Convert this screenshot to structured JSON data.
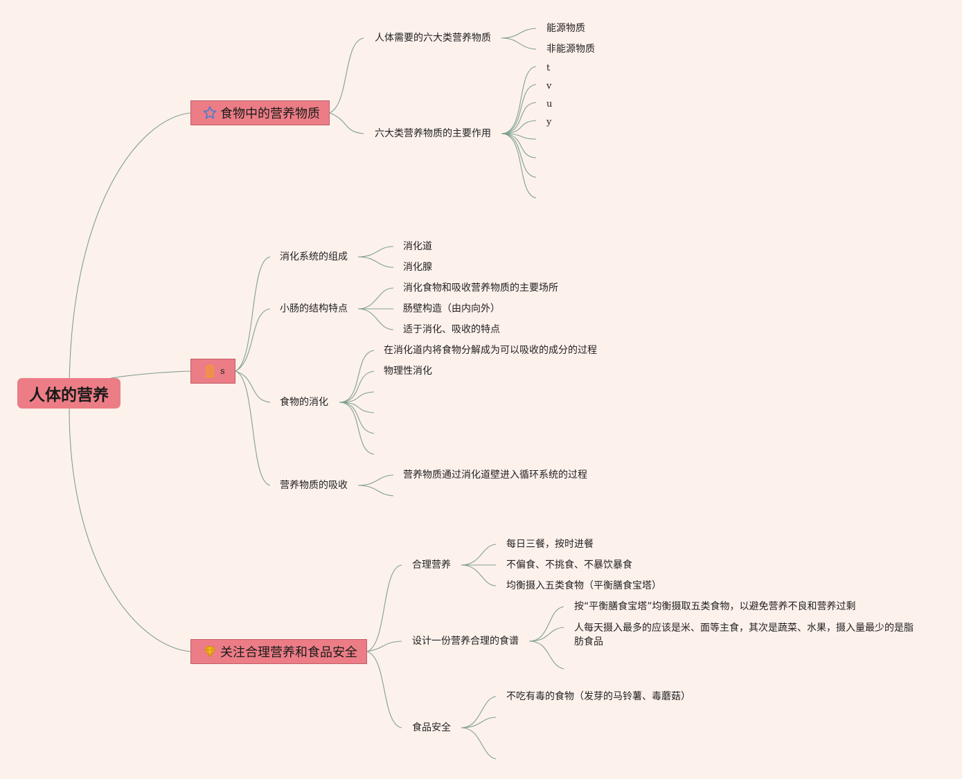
{
  "root": {
    "label": "人体的营养"
  },
  "branches": [
    {
      "label": "食物中的营养物质",
      "icon": "star-icon",
      "children": [
        {
          "label": "人体需要的六大类营养物质",
          "children": [
            "能源物质",
            "非能源物质"
          ]
        },
        {
          "label": "六大类营养物质的主要作用",
          "children": [
            "t",
            "v",
            "u",
            "y",
            "",
            "",
            "",
            ""
          ]
        }
      ]
    },
    {
      "label": "s",
      "icon": "ribbon-badge-icon",
      "children": [
        {
          "label": "消化系统的组成",
          "children": [
            "消化道",
            "消化腺"
          ]
        },
        {
          "label": "小肠的结构特点",
          "children": [
            "消化食物和吸收营养物质的主要场所",
            "肠壁构造（由内向外）",
            "适于消化、吸收的特点"
          ]
        },
        {
          "label": "食物的消化",
          "children": [
            "在消化道内将食物分解成为可以吸收的成分的过程",
            "物理性消化",
            "",
            "",
            "",
            ""
          ]
        },
        {
          "label": "营养物质的吸收",
          "children": [
            "营养物质通过消化道壁进入循环系统的过程",
            ""
          ]
        }
      ]
    },
    {
      "label": "关注合理营养和食品安全",
      "icon": "diamond-icon",
      "children": [
        {
          "label": "合理营养",
          "children": [
            "每日三餐，按时进餐",
            "不偏食、不挑食、不暴饮暴食",
            "均衡摄入五类食物（平衡膳食宝塔）"
          ]
        },
        {
          "label": "设计一份营养合理的食谱",
          "children": [
            "按“平衡膳食宝塔”均衡摄取五类食物，以避免营养不良和营养过剩",
            "人每天摄入最多的应该是米、面等主食，其次是蔬菜、水果，摄入量最少的是脂肪食品",
            ""
          ]
        },
        {
          "label": "食品安全",
          "children": [
            "不吃有毒的食物（发芽的马铃薯、毒蘑菇）",
            "",
            ""
          ]
        }
      ]
    }
  ],
  "colors": {
    "background": "#fdf1ec",
    "node_fill": "#ec7d86",
    "connector": "#7fa08f",
    "star": "#4a7bd0",
    "ribbon": "#f0a020",
    "diamond": "#f5b820"
  }
}
